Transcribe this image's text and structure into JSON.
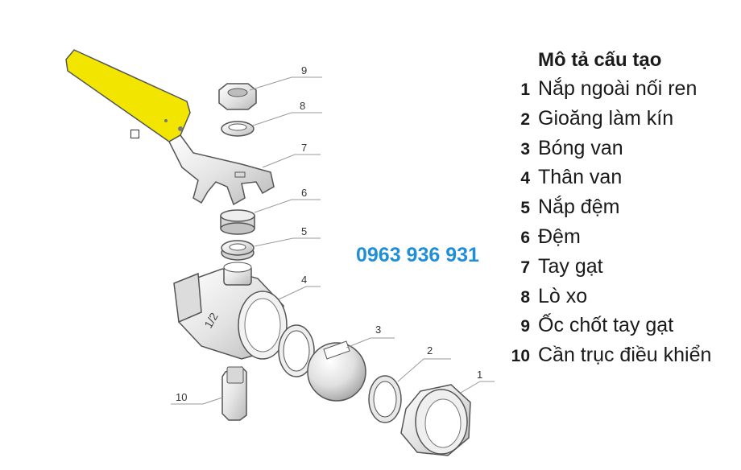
{
  "legend": {
    "title": "Mô tả cấu tạo",
    "items": [
      {
        "num": "1",
        "label": "Nắp ngoài nối ren"
      },
      {
        "num": "2",
        "label": "Gioăng làm kín"
      },
      {
        "num": "3",
        "label": "Bóng van"
      },
      {
        "num": "4",
        "label": "Thân van"
      },
      {
        "num": "5",
        "label": "Nắp đệm"
      },
      {
        "num": "6",
        "label": "Đệm"
      },
      {
        "num": "7",
        "label": "Tay gạt"
      },
      {
        "num": "8",
        "label": "Lò xo"
      },
      {
        "num": "9",
        "label": "Ốc chốt tay gạt"
      },
      {
        "num": "10",
        "label": "Cần trục điều khiển"
      }
    ]
  },
  "phone": "0963 936 931",
  "callouts": [
    "1",
    "2",
    "3",
    "4",
    "5",
    "6",
    "7",
    "8",
    "9",
    "10"
  ],
  "body_marking": "1/2",
  "colors": {
    "handle": "#f2e600",
    "outline": "#555555",
    "phone": "#1f8fd8"
  }
}
